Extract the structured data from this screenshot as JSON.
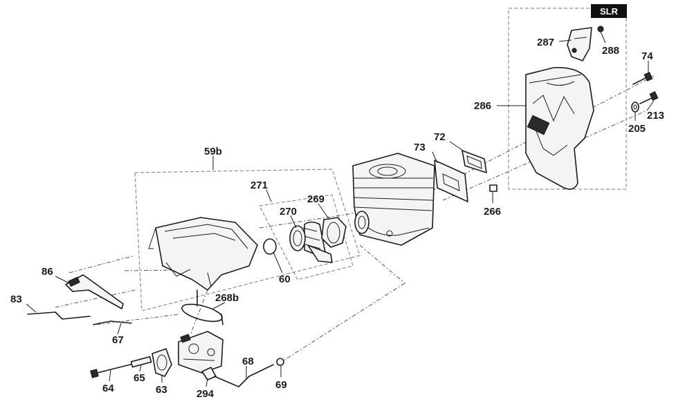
{
  "badge": "SLR",
  "labels": {
    "p287": "287",
    "p288": "288",
    "p74": "74",
    "p286": "286",
    "p213": "213",
    "p205": "205",
    "p72": "72",
    "p73": "73",
    "p266": "266",
    "p59b": "59b",
    "p271": "271",
    "p269": "269",
    "p270": "270",
    "p60": "60",
    "p268b": "268b",
    "p86": "86",
    "p83": "83",
    "p67": "67",
    "p68": "68",
    "p69": "69",
    "p64": "64",
    "p65": "65",
    "p63": "63",
    "p294": "294"
  }
}
